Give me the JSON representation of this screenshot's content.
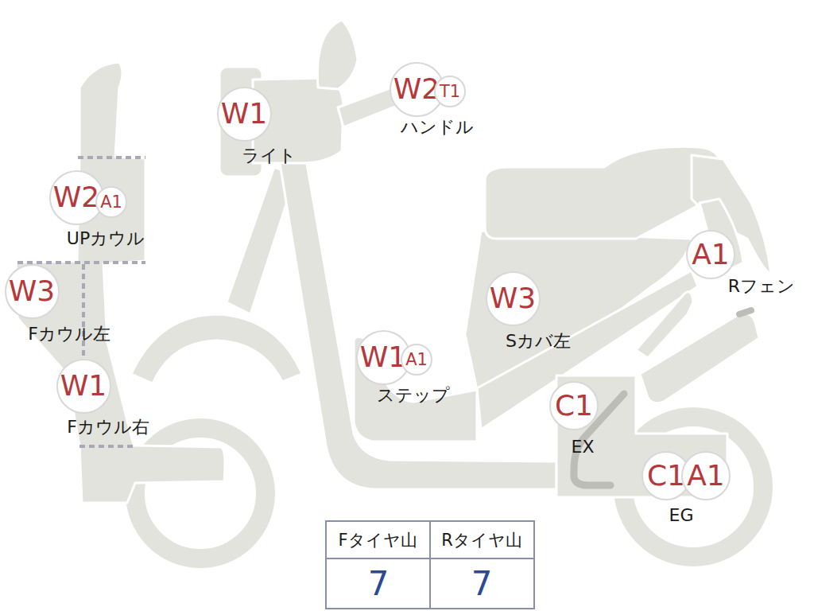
{
  "diagram": {
    "nodes": [
      {
        "text": [
          "W1"
        ]
      },
      {
        "text": [
          "W2"
        ]
      },
      {
        "text": [
          "T1"
        ]
      },
      {
        "text": [
          "W2"
        ]
      },
      {
        "text": [
          "A1"
        ]
      },
      {
        "text": [
          "W3"
        ]
      },
      {
        "text": [
          "W1"
        ]
      },
      {
        "text": [
          "W1"
        ]
      },
      {
        "text": [
          "A1"
        ]
      },
      {
        "text": [
          "A1"
        ]
      },
      {
        "text": [
          "W3"
        ]
      },
      {
        "text": [
          "C1"
        ]
      },
      {
        "text": [
          "C1"
        ]
      },
      {
        "text": [
          "A1"
        ]
      }
    ],
    "labels": [
      "ライト",
      "ハンドル",
      "UPカウル",
      "Fカウル左",
      "Fカウル右",
      "ステップ",
      "Sカバ左",
      "Rフェン",
      "EX",
      "EG",
      "Fタイヤ山",
      "Rタイヤ山",
      "7",
      "7"
    ]
  }
}
